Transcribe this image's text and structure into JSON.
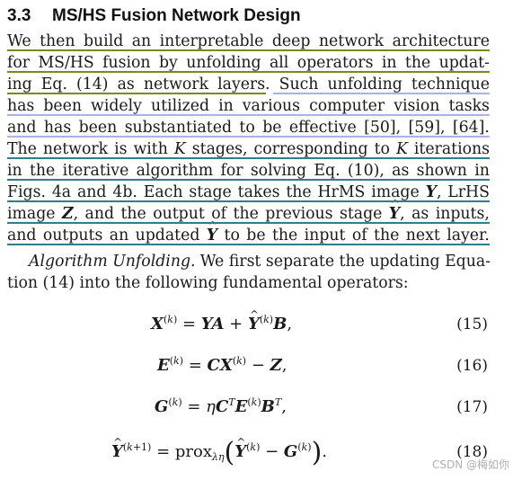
{
  "section": {
    "number": "3.3",
    "title": "MS/HS Fusion Network Design"
  },
  "lines": [
    "We then build an interpretable deep network architecture",
    "for MS/HS fusion by unfolding all operators in the updat-",
    "ing Eq. (14) as network layers. Such unfolding technique",
    "has been widely utilized in various computer vision tasks",
    "and has been substantiated to be effective [50], [59], [64].",
    "The network is with K stages, corresponding to K iterations",
    "in the iterative algorithm for solving Eq. (10), as shown in",
    "Figs. 4a and 4b. Each stage takes the HrMS image Y, LrHS",
    "image Z, and the output of the previous stage Ŷ, as inputs,",
    "and outputs an updated Ŷ to be the input of the next layer."
  ],
  "algo_label": "Algorithm Unfolding.",
  "algo_line1_rest": "We first separate the updating Equa-",
  "algo_line2": "tion (14) into the following fundamental operators:",
  "equations": [
    {
      "tag": "(15)"
    },
    {
      "tag": "(16)"
    },
    {
      "tag": "(17)"
    },
    {
      "tag": "(18)"
    }
  ],
  "watermark": "CSDN @梅如你"
}
